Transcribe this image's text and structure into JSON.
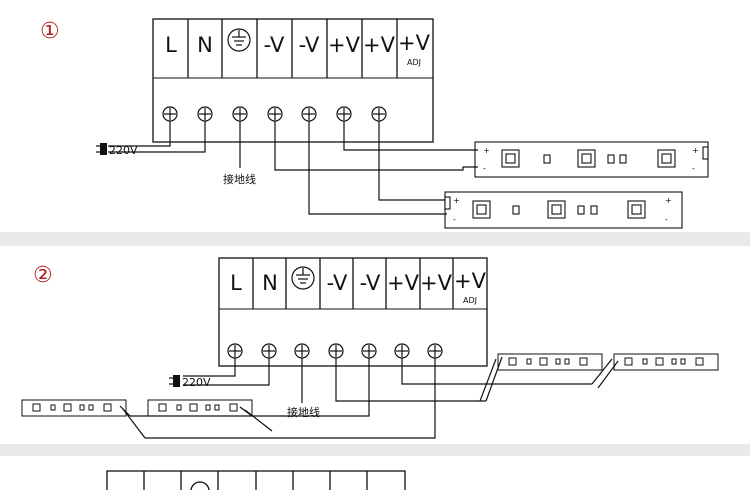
{
  "panels": [
    {
      "index_label": "①",
      "terminals": [
        "L",
        "N",
        "",
        "-V",
        "-V",
        "+V",
        "+V",
        "+V"
      ],
      "adj_label": "ADJ",
      "input_label": "220V",
      "ground_label": "接地线",
      "strip_pol_plus": "+",
      "strip_pol_minus": "-"
    },
    {
      "index_label": "②",
      "terminals": [
        "L",
        "N",
        "",
        "-V",
        "-V",
        "+V",
        "+V",
        "+V"
      ],
      "adj_label": "ADJ",
      "input_label": "220V",
      "ground_label": "接地线"
    },
    {
      "terminals": [
        "",
        "",
        "",
        "",
        "",
        "",
        "",
        ""
      ]
    }
  ],
  "colors": {
    "line": "#111111",
    "circle_label": "#b02020",
    "panel_gap": "#e9e9e9"
  },
  "icons": [
    "ground-symbol-icon",
    "screw-terminal-icon",
    "plug-icon",
    "led-chip-icon"
  ]
}
